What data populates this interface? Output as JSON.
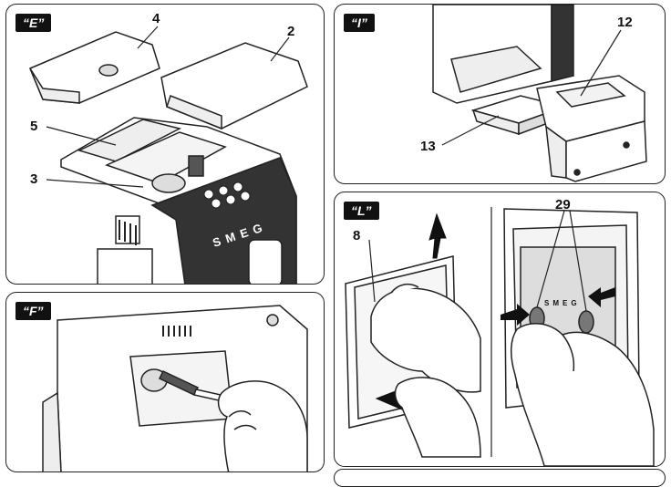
{
  "panels": {
    "e": {
      "tag": "“E”",
      "labels": {
        "l4": "4",
        "l2": "2",
        "l5": "5",
        "l3": "3"
      },
      "brand": "SMEG"
    },
    "i": {
      "tag": "“I”",
      "labels": {
        "l12": "12",
        "l13": "13"
      }
    },
    "f": {
      "tag": "“F”"
    },
    "l": {
      "tag": "“L”",
      "labels": {
        "l8": "8",
        "l29": "29"
      },
      "brand": "SMEG"
    }
  }
}
